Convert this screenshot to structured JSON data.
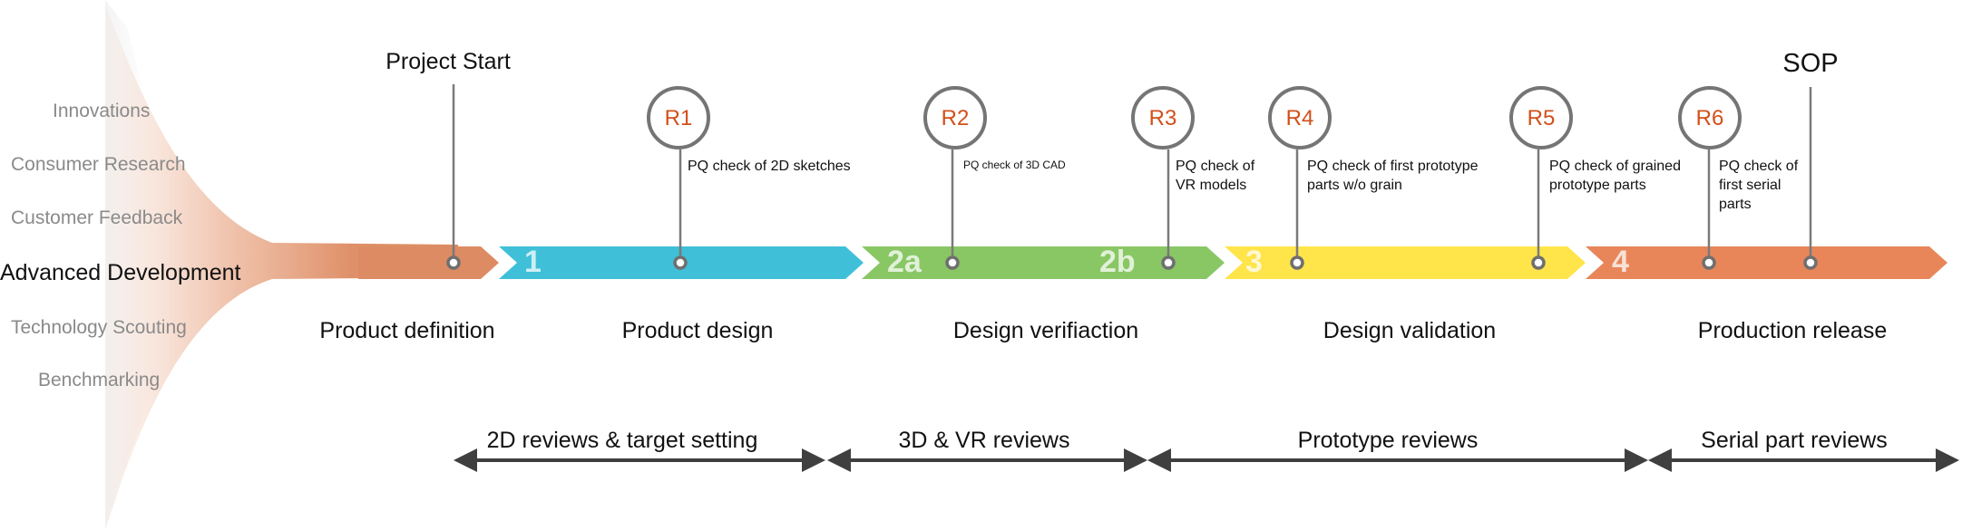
{
  "funnel": {
    "inputs": [
      "Innovations",
      "Consumer Research",
      "Customer Feedback",
      "Advanced Development",
      "Technology Scouting",
      "Benchmarking"
    ]
  },
  "milestones": {
    "project_start": "Project Start",
    "sop": "SOP"
  },
  "phases": {
    "product_definition": "Product definition",
    "product_design": "Product design",
    "design_verification": "Design verifiaction",
    "design_validation": "Design validation",
    "production_release": "Production release"
  },
  "phase_numbers": {
    "p1": "1",
    "p2a": "2a",
    "p2b": "2b",
    "p3": "3",
    "p4": "4"
  },
  "gates": [
    {
      "id": "R1",
      "note": "PQ check of 2D sketches"
    },
    {
      "id": "R2",
      "note": "PQ check of 3D CAD"
    },
    {
      "id": "R3",
      "note": "PQ check of VR models"
    },
    {
      "id": "R4",
      "note": "PQ check of first prototype parts w/o grain"
    },
    {
      "id": "R5",
      "note": "PQ check of grained prototype parts"
    },
    {
      "id": "R6",
      "note": "PQ check of first serial parts"
    }
  ],
  "reviews": {
    "r2d": "2D reviews & target setting",
    "r3d": "3D & VR reviews",
    "prototype": "Prototype reviews",
    "serial": "Serial part reviews"
  },
  "colors": {
    "definition": "#dd8b62",
    "design": "#3fc0d8",
    "verification": "#89c765",
    "validation": "#ffe44a",
    "release": "#e8865a",
    "gate_ring": "#757575",
    "gate_text": "#d2501a",
    "review_arrow": "#3f3f3f"
  }
}
